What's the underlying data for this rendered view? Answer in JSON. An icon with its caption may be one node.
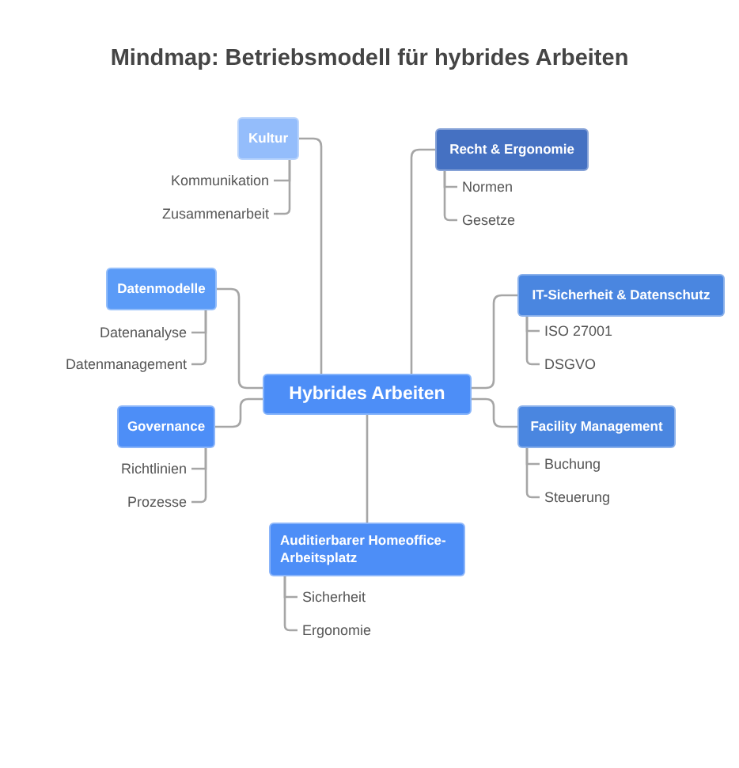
{
  "diagram": {
    "title": "Mindmap: Betriebsmodell für hybrides Arbeiten",
    "nodes": [
      {
        "text": [
          "Hybrides Arbeiten"
        ]
      },
      {
        "text": [
          "Kultur"
        ]
      },
      {
        "text": [
          "Kommunikation"
        ]
      },
      {
        "text": [
          "Zusammenarbeit"
        ]
      },
      {
        "text": [
          "Recht & Ergonomie"
        ]
      },
      {
        "text": [
          "Normen"
        ]
      },
      {
        "text": [
          "Gesetze"
        ]
      },
      {
        "text": [
          "Datenmodelle"
        ]
      },
      {
        "text": [
          "Datenanalyse"
        ]
      },
      {
        "text": [
          "Datenmanagement"
        ]
      },
      {
        "text": [
          "IT-Sicherheit & Datenschutz"
        ]
      },
      {
        "text": [
          "ISO 27001"
        ]
      },
      {
        "text": [
          "DSGVO"
        ]
      },
      {
        "text": [
          "Governance"
        ]
      },
      {
        "text": [
          "Richtlinien"
        ]
      },
      {
        "text": [
          "Prozesse"
        ]
      },
      {
        "text": [
          "Facility Management"
        ]
      },
      {
        "text": [
          "Buchung"
        ]
      },
      {
        "text": [
          "Steuerung"
        ]
      },
      {
        "text": [
          "Auditierbarer Homeoffice-Arbeitsplatz"
        ]
      },
      {
        "text": [
          "Sicherheit"
        ]
      },
      {
        "text": [
          "Ergonomie"
        ]
      }
    ],
    "edges": [
      {
        "from": 0,
        "to": 1,
        "arrow": "none"
      },
      {
        "from": 1,
        "to": 2,
        "arrow": "none"
      },
      {
        "from": 1,
        "to": 3,
        "arrow": "none"
      },
      {
        "from": 0,
        "to": 4,
        "arrow": "none"
      },
      {
        "from": 4,
        "to": 5,
        "arrow": "none"
      },
      {
        "from": 4,
        "to": 6,
        "arrow": "none"
      },
      {
        "from": 0,
        "to": 7,
        "arrow": "none"
      },
      {
        "from": 7,
        "to": 8,
        "arrow": "none"
      },
      {
        "from": 7,
        "to": 9,
        "arrow": "none"
      },
      {
        "from": 0,
        "to": 10,
        "arrow": "none"
      },
      {
        "from": 10,
        "to": 11,
        "arrow": "none"
      },
      {
        "from": 10,
        "to": 12,
        "arrow": "none"
      },
      {
        "from": 0,
        "to": 13,
        "arrow": "none"
      },
      {
        "from": 13,
        "to": 14,
        "arrow": "none"
      },
      {
        "from": 13,
        "to": 15,
        "arrow": "none"
      },
      {
        "from": 0,
        "to": 16,
        "arrow": "none"
      },
      {
        "from": 16,
        "to": 17,
        "arrow": "none"
      },
      {
        "from": 16,
        "to": 18,
        "arrow": "none"
      },
      {
        "from": 0,
        "to": 19,
        "arrow": "none"
      },
      {
        "from": 19,
        "to": 20,
        "arrow": "none"
      },
      {
        "from": 19,
        "to": 21,
        "arrow": "none"
      }
    ]
  }
}
